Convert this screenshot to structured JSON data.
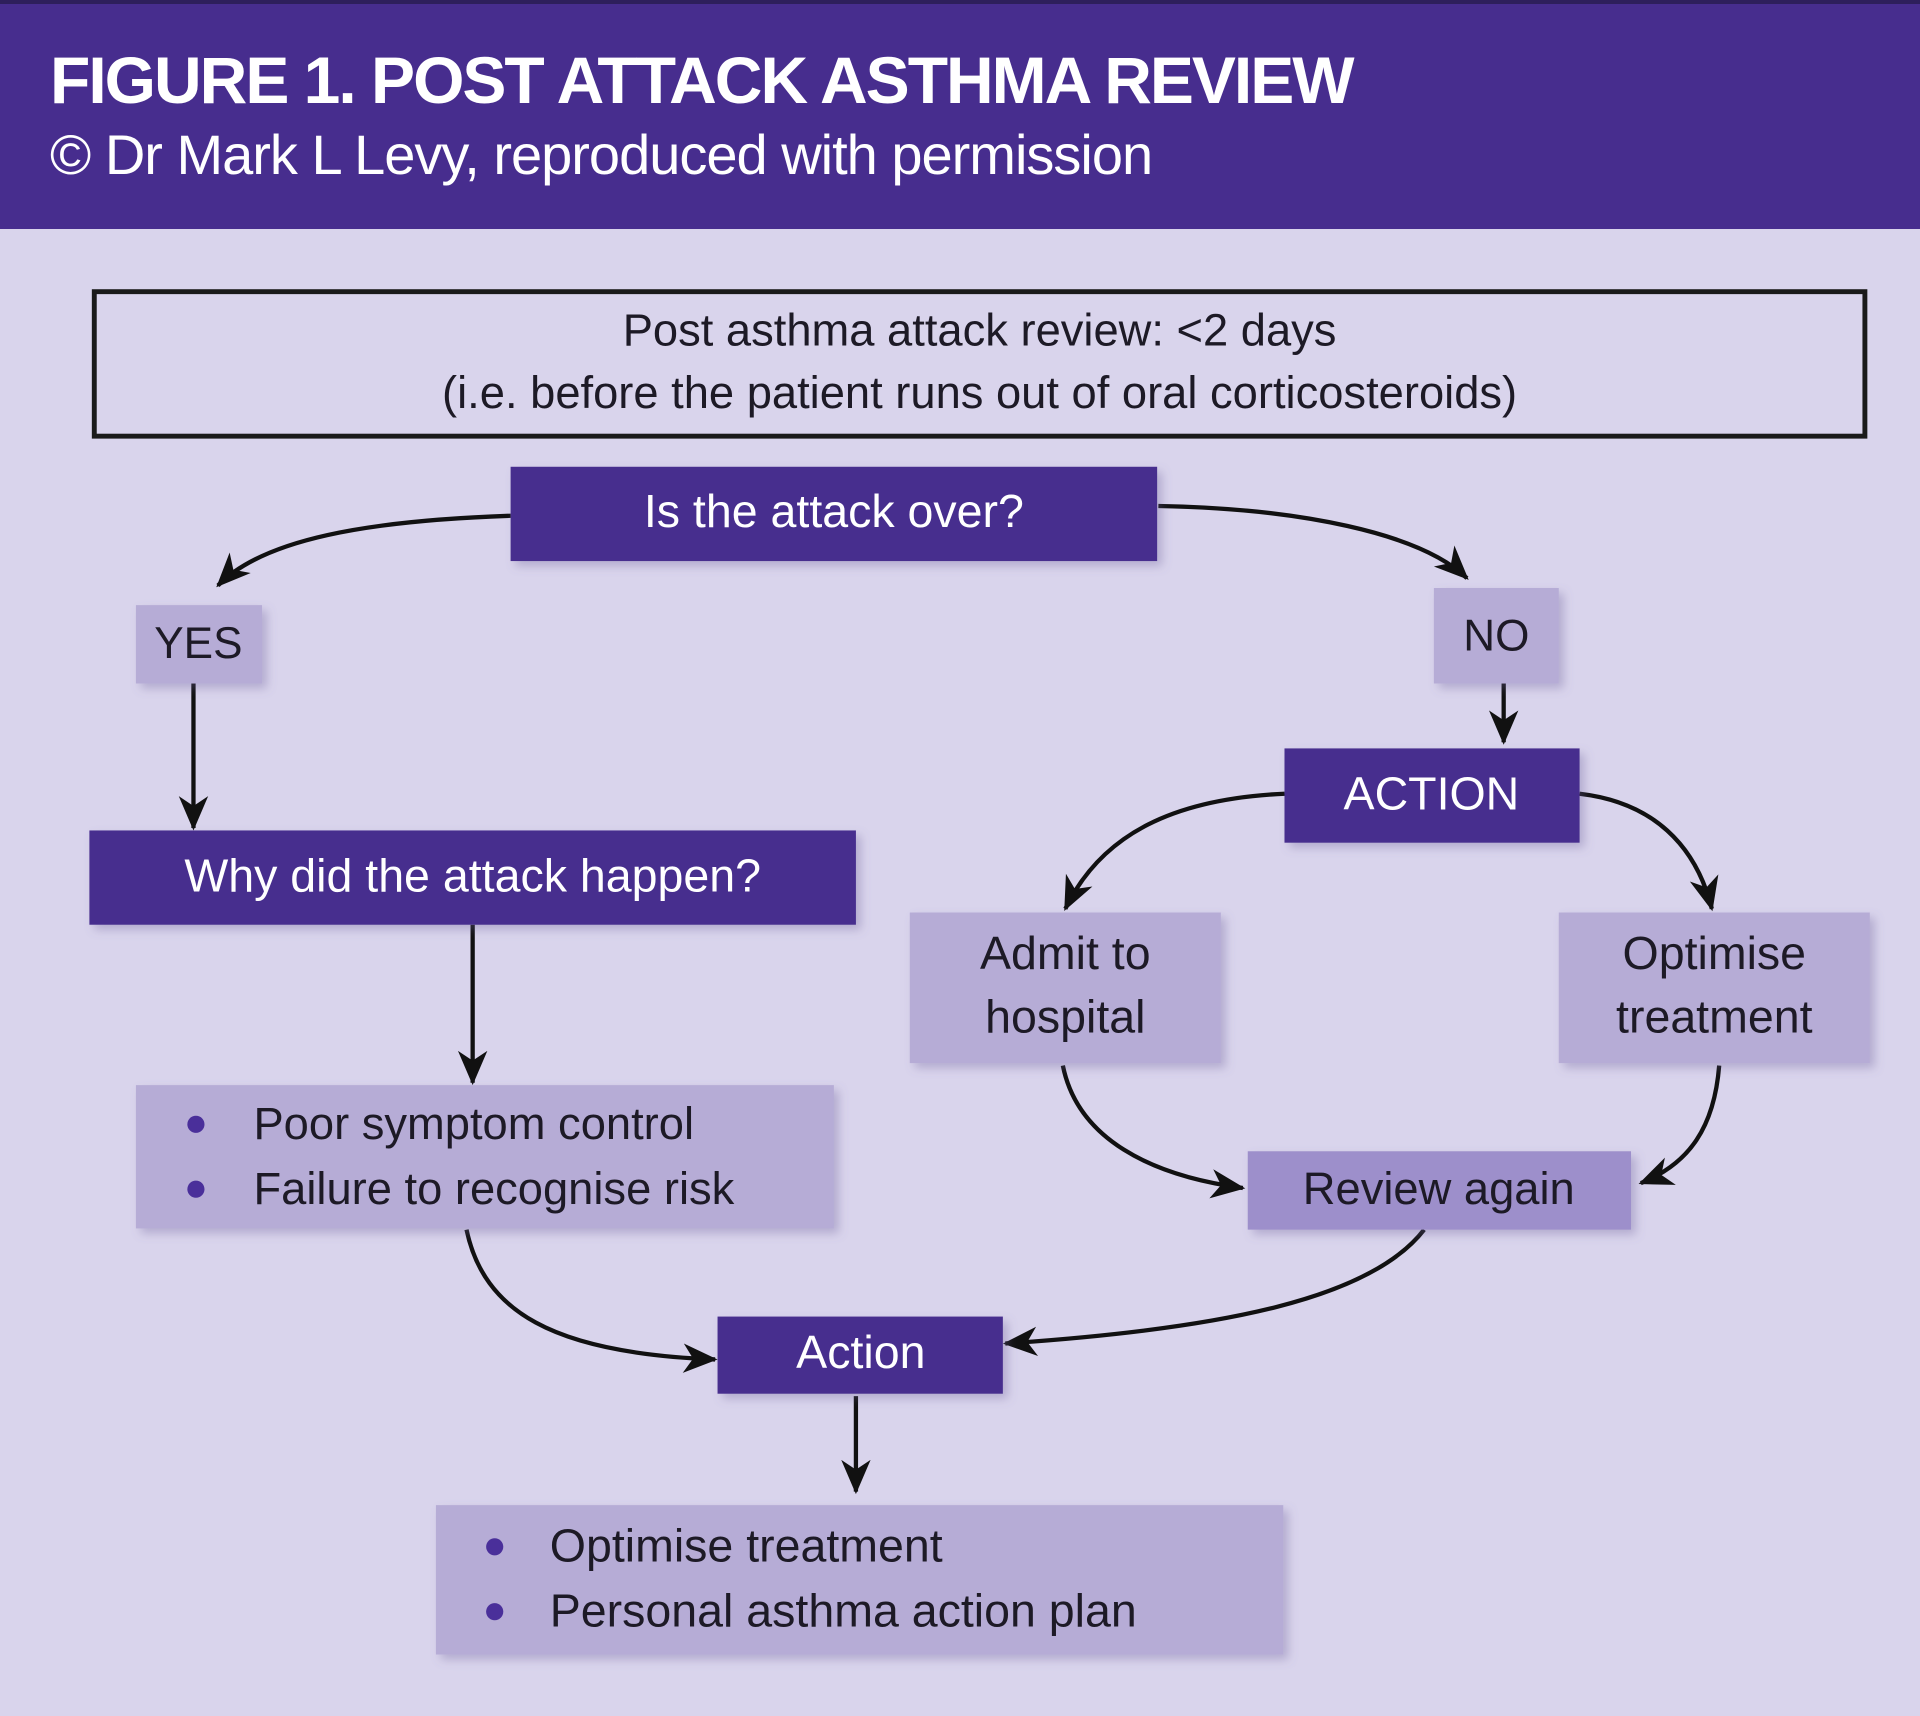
{
  "header": {
    "title": "FIGURE 1. POST ATTACK ASTHMA REVIEW",
    "subtitle": "© Dr Mark L Levy, reproduced with permission"
  },
  "colors": {
    "header_bg": "#472d8e",
    "page_bg": "#d9d4ec",
    "dark_box": "#472d8e",
    "light_box": "#b6acd6",
    "review_box": "#9d8fcb",
    "bullet": "#4a2f9a",
    "arrow": "#111111"
  },
  "nodes": {
    "intro": {
      "line1": "Post asthma attack review: <2 days",
      "line2": "(i.e. before the patient runs out of oral corticosteroids)"
    },
    "question": {
      "label": "Is the attack over?"
    },
    "yes": {
      "label": "YES"
    },
    "no": {
      "label": "NO"
    },
    "why": {
      "label": "Why did the attack happen?"
    },
    "causes": {
      "items": [
        "Poor symptom control",
        "Failure to recognise risk"
      ]
    },
    "action_upper": {
      "label": "ACTION"
    },
    "admit": {
      "line1": "Admit to",
      "line2": "hospital"
    },
    "optimise": {
      "line1": "Optimise",
      "line2": "treatment"
    },
    "review": {
      "label": "Review again"
    },
    "action_lower": {
      "label": "Action"
    },
    "outcomes": {
      "items": [
        "Optimise treatment",
        "Personal asthma action plan"
      ]
    }
  },
  "edges": [
    {
      "from": "question",
      "to": "yes"
    },
    {
      "from": "question",
      "to": "no"
    },
    {
      "from": "yes",
      "to": "why"
    },
    {
      "from": "no",
      "to": "action_upper"
    },
    {
      "from": "why",
      "to": "causes"
    },
    {
      "from": "action_upper",
      "to": "admit"
    },
    {
      "from": "action_upper",
      "to": "optimise"
    },
    {
      "from": "admit",
      "to": "review"
    },
    {
      "from": "optimise",
      "to": "review"
    },
    {
      "from": "causes",
      "to": "action_lower"
    },
    {
      "from": "review",
      "to": "action_lower"
    },
    {
      "from": "action_lower",
      "to": "outcomes"
    }
  ]
}
